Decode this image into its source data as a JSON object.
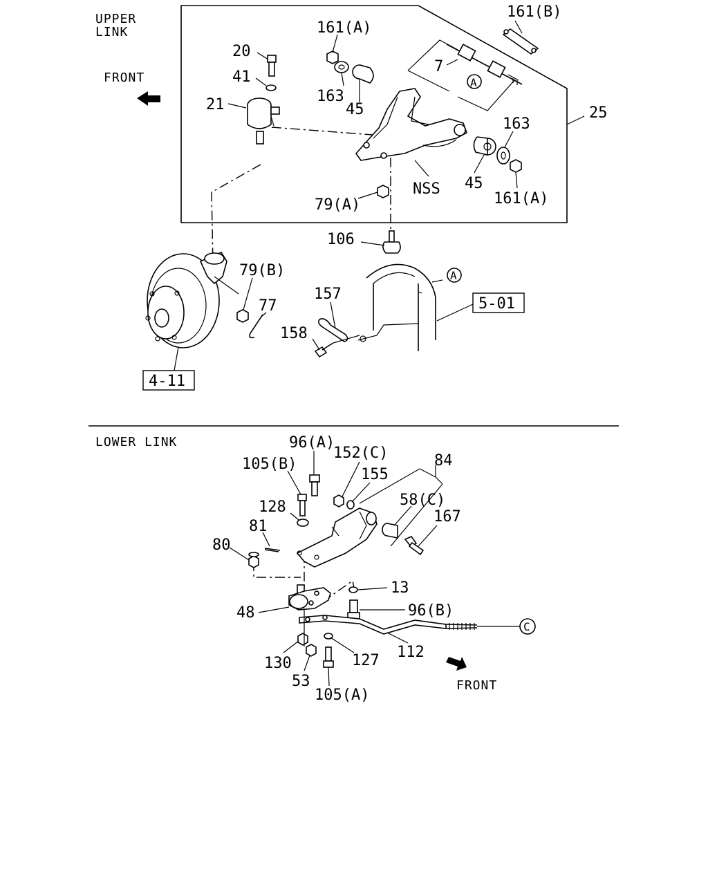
{
  "upper": {
    "section_title_line1": "UPPER",
    "section_title_line2": "LINK",
    "front_label": "FRONT",
    "labels": {
      "p161b": "161(B)",
      "p161a_top": "161(A)",
      "p20": "20",
      "p41": "41",
      "p21": "21",
      "p7": "7",
      "p163_left": "163",
      "p45_left": "45",
      "p25": "25",
      "p163_right": "163",
      "p45_right": "45",
      "p161a_right": "161(A)",
      "nss": "NSS",
      "p79a": "79(A)",
      "p106": "106",
      "p79b": "79(B)",
      "p77": "77",
      "p157": "157",
      "p158": "158"
    },
    "circle_a_1": "A",
    "circle_a_2": "A",
    "ref_5_01": "5-01",
    "ref_4_11": "4-11"
  },
  "lower": {
    "section_title": "LOWER LINK",
    "front_label": "FRONT",
    "labels": {
      "p96a": "96(A)",
      "p152c": "152(C)",
      "p84": "84",
      "p105b": "105(B)",
      "p155": "155",
      "p58c": "58(C)",
      "p128": "128",
      "p167": "167",
      "p81": "81",
      "p80": "80",
      "p13": "13",
      "p48": "48",
      "p96b": "96(B)",
      "p130": "130",
      "p127": "127",
      "p112": "112",
      "p53": "53",
      "p105a": "105(A)"
    },
    "circle_c": "C"
  }
}
